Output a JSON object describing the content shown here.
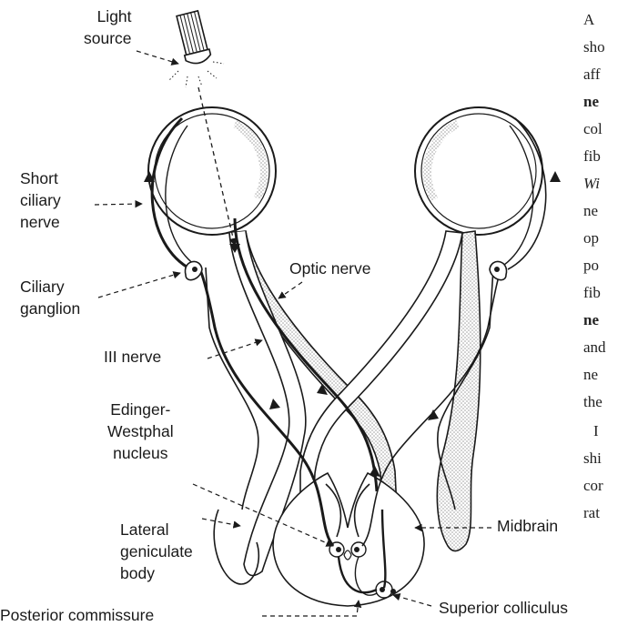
{
  "labels": {
    "light_source": [
      "Light",
      "source"
    ],
    "short_ciliary_nerve": [
      "Short",
      "ciliary",
      "nerve"
    ],
    "ciliary_ganglion": [
      "Ciliary",
      "ganglion"
    ],
    "iii_nerve": "III nerve",
    "optic_nerve": "Optic nerve",
    "edinger_westphal_nucleus": [
      "Edinger-",
      "Westphal",
      "nucleus"
    ],
    "lateral_geniculate_body": [
      "Lateral",
      "geniculate",
      "body"
    ],
    "midbrain": "Midbrain",
    "posterior_commissure": "Posterior commissure",
    "superior_colliculus": "Superior colliculus"
  },
  "adjacent_text_fragments": [
    "A",
    "sho",
    "aff",
    "ne",
    "col",
    "fib",
    "Wi",
    "ne",
    "op",
    "po",
    "fib",
    "ne",
    "and",
    "ne",
    "the",
    "I",
    "shi",
    "cor",
    "rat"
  ],
  "colors": {
    "ink": "#1a1a1a",
    "stipple": "#cfcfcf",
    "background": "#ffffff"
  }
}
